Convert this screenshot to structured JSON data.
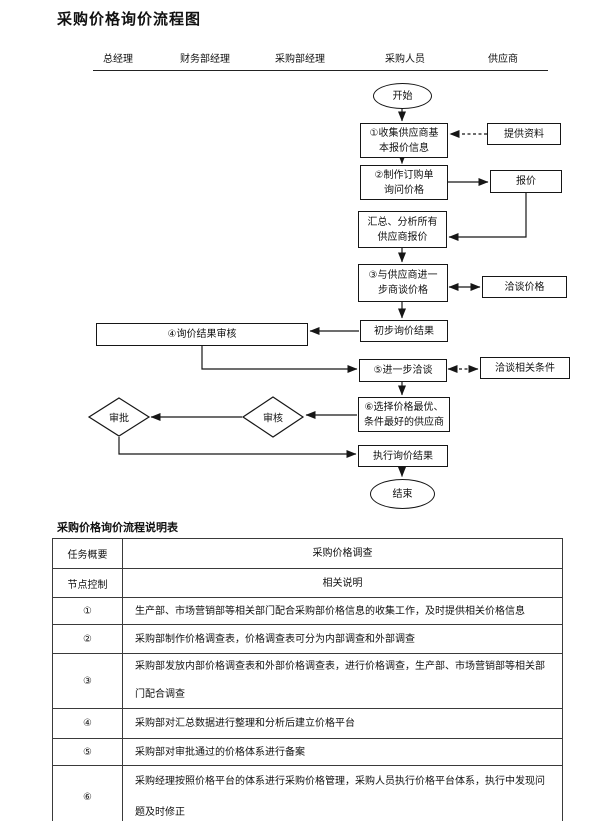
{
  "page": {
    "title": "采购价格询价流程图",
    "table_title": "采购价格询价流程说明表"
  },
  "swimlanes": {
    "roles": [
      "总经理",
      "财务部经理",
      "采购部经理",
      "采购人员",
      "供应商"
    ]
  },
  "flowchart": {
    "start": "开始",
    "end": "结束",
    "nodes": {
      "collect": {
        "lines": [
          "①收集供应商基",
          "本报价信息"
        ]
      },
      "provide": {
        "label": "提供资料"
      },
      "order": {
        "lines": [
          "②制作订购单",
          "询问价格"
        ]
      },
      "quote": {
        "label": "报价"
      },
      "summarize": {
        "lines": [
          "汇总、分析所有",
          "供应商报价"
        ]
      },
      "negotiate": {
        "lines": [
          "③与供应商进一",
          "步商谈价格"
        ]
      },
      "talk_price": {
        "label": "洽谈价格"
      },
      "prelim": {
        "label": "初步询价结果"
      },
      "review_result": {
        "label": "④询价结果审核"
      },
      "further_talk": {
        "label": "⑤进一步洽谈"
      },
      "talk_terms": {
        "label": "洽谈相关条件"
      },
      "choose": {
        "lines": [
          "⑥选择价格最优、",
          "条件最好的供应商"
        ]
      },
      "review": {
        "label": "审核"
      },
      "approve": {
        "label": "审批"
      },
      "execute": {
        "label": "执行询价结果"
      }
    }
  },
  "table": {
    "rows": [
      {
        "label": "任务概要",
        "content": "采购价格调查"
      },
      {
        "label": "节点控制",
        "content": "相关说明"
      },
      {
        "label": "①",
        "content": "生产部、市场营销部等相关部门配合采购部价格信息的收集工作，及时提供相关价格信息"
      },
      {
        "label": "②",
        "content": "采购部制作价格调查表，价格调查表可分为内部调查和外部调查"
      },
      {
        "label": "③",
        "content": "采购部发放内部价格调查表和外部价格调查表，进行价格调查，生产部、市场营销部等相关部门配合调查"
      },
      {
        "label": "④",
        "content": "采购部对汇总数据进行整理和分析后建立价格平台"
      },
      {
        "label": "⑤",
        "content": "采购部对审批通过的价格体系进行备案"
      },
      {
        "label": "⑥",
        "content": "采购经理按照价格平台的体系进行采购价格管理，采购人员执行价格平台体系，执行中发现问题及时修正"
      }
    ]
  }
}
